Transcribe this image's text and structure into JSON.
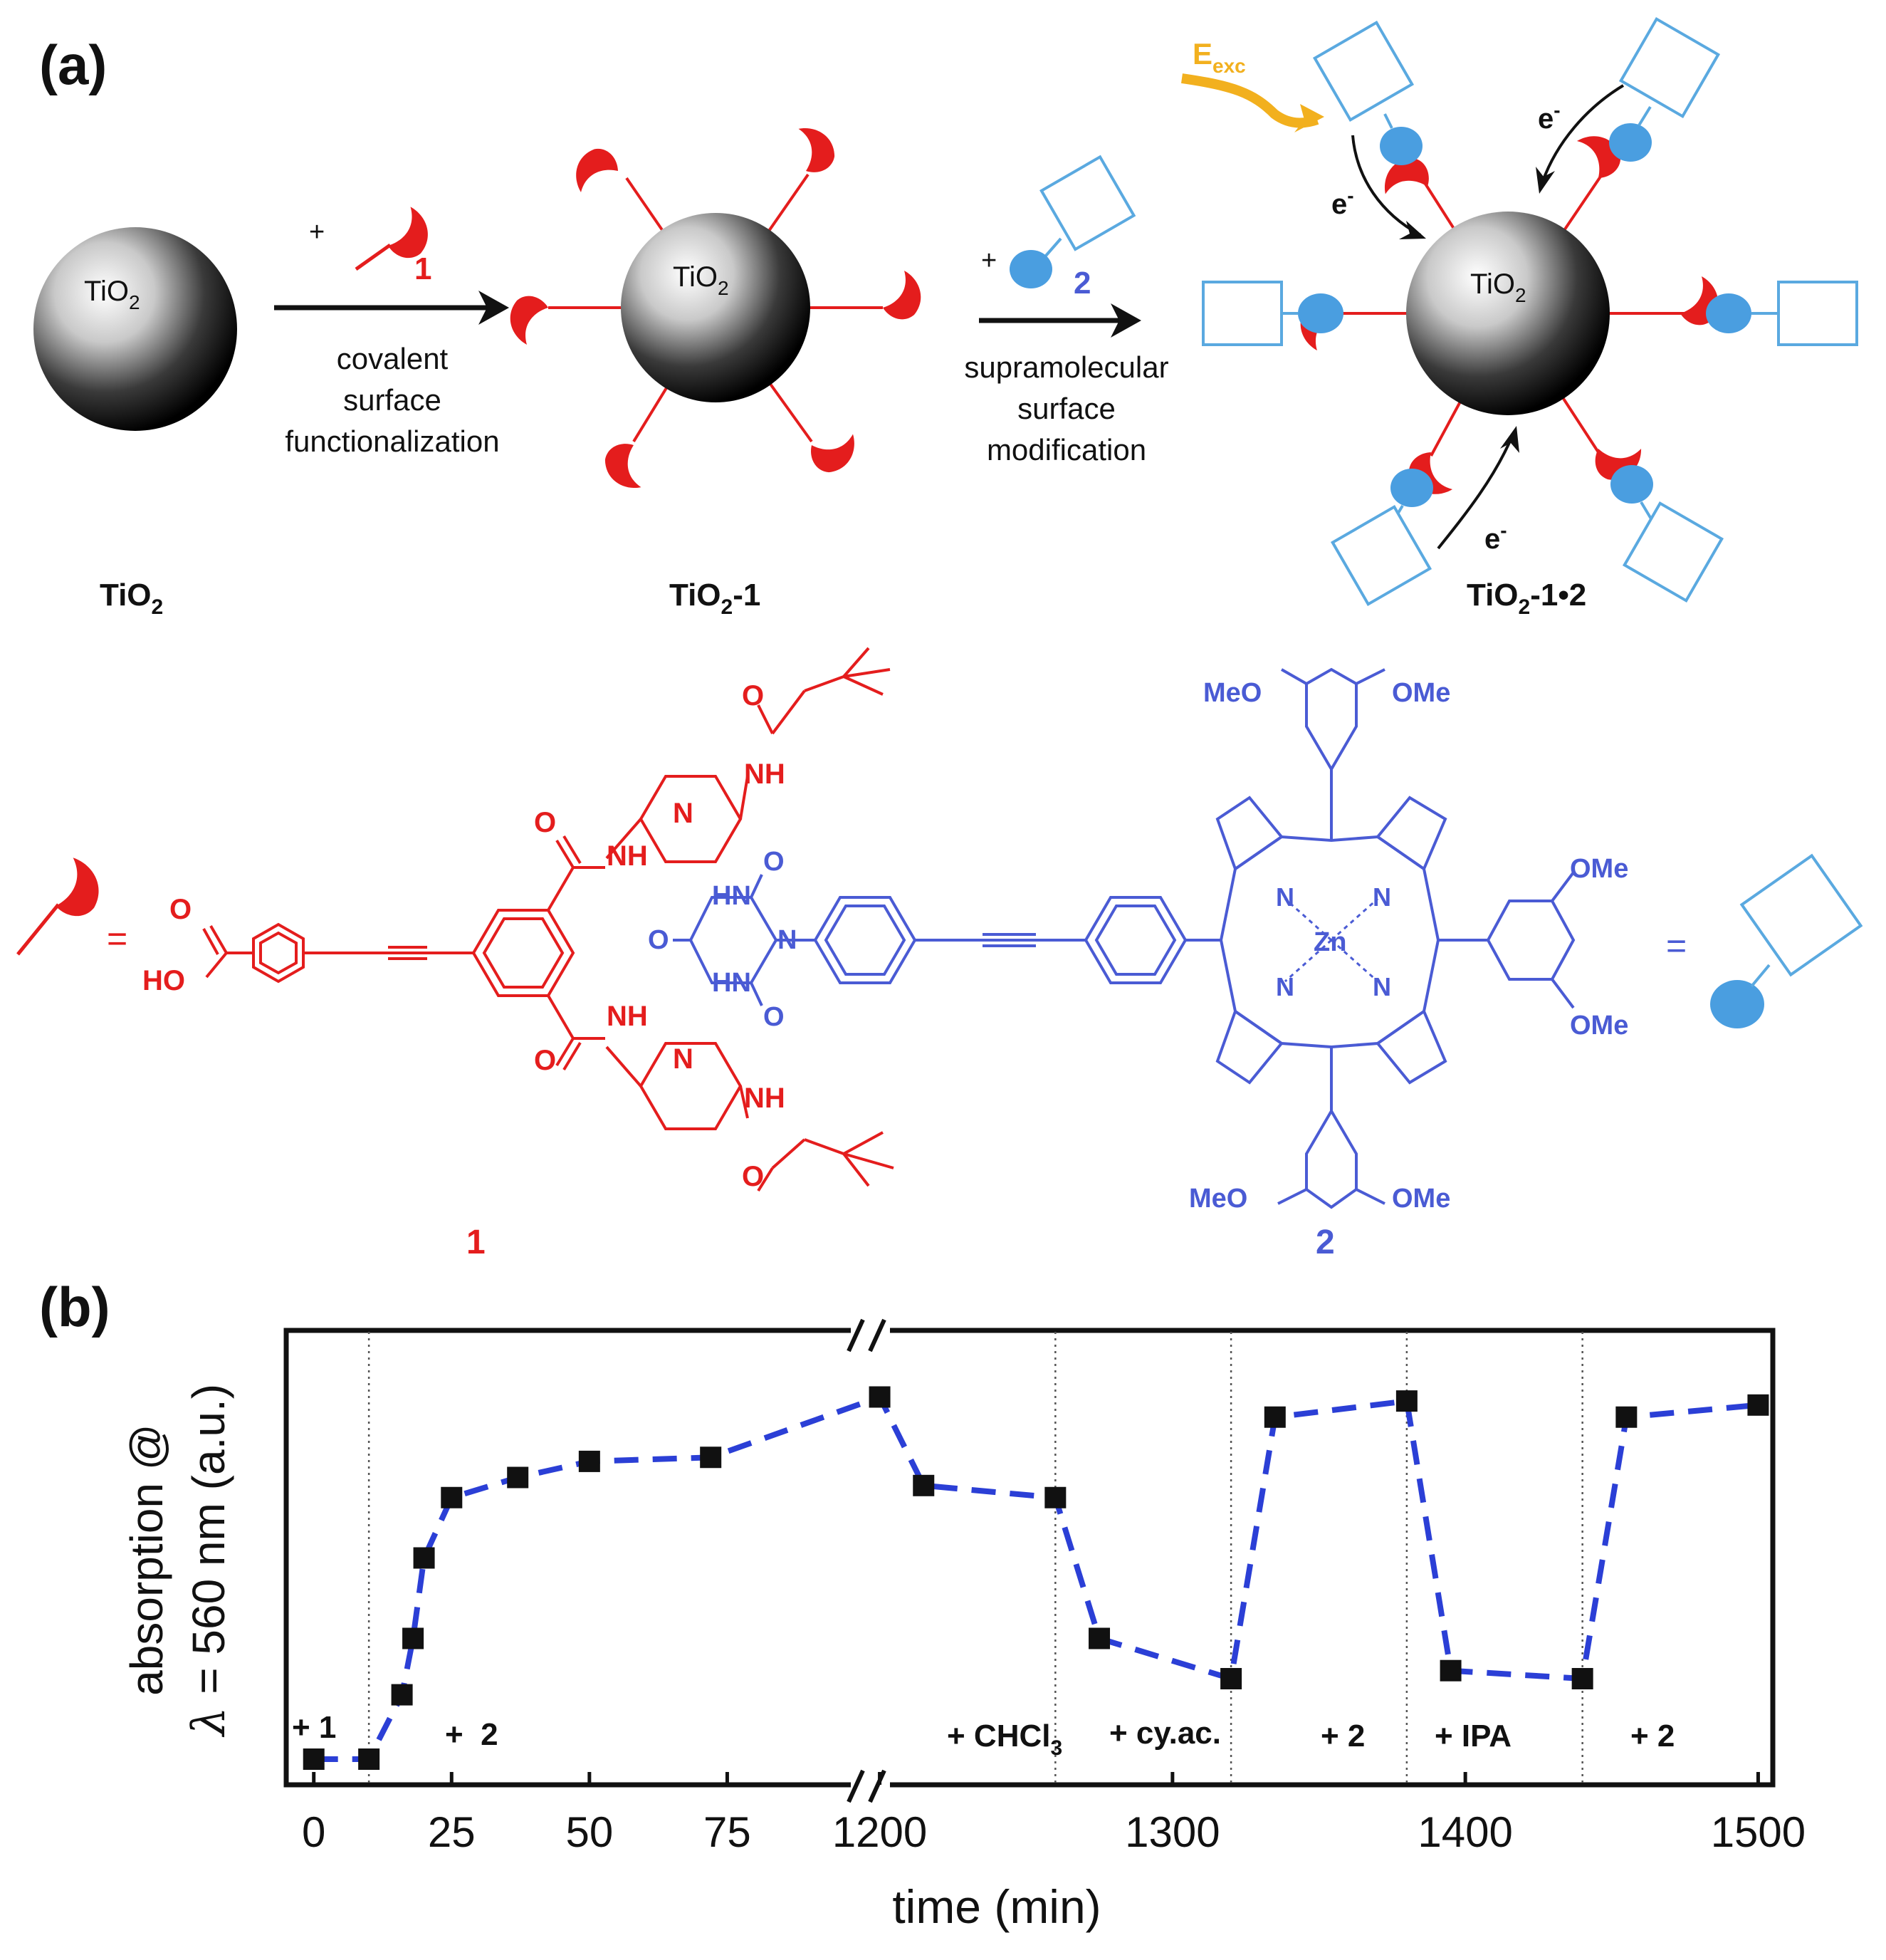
{
  "panel_a": {
    "label": "(a)",
    "e_exc": "E",
    "e_exc_sub": "exc",
    "electron": "e",
    "electron_sup": "-",
    "particles": {
      "core_text": "TiO",
      "core_sub": "2",
      "names": {
        "tio2": {
          "main": "TiO",
          "sub": "2",
          "rest": ""
        },
        "tio2_1": {
          "main": "TiO",
          "sub": "2",
          "rest": "-1"
        },
        "tio2_1_2": {
          "main": "TiO",
          "sub": "2",
          "rest": "-1•2"
        }
      }
    },
    "step1": {
      "plus": "+",
      "reagent": "1",
      "lines": [
        "covalent",
        "surface",
        "functionalization"
      ]
    },
    "step2": {
      "plus": "+",
      "reagent": "2",
      "lines": [
        "supramolecular",
        "surface",
        "modification"
      ]
    }
  },
  "structures": {
    "equals": "=",
    "mol1": {
      "label": "1",
      "atoms": {
        "o_acid": "O",
        "ho": "HO",
        "o_top": "O",
        "nh_top": "NH",
        "n_top": "N",
        "nh_top2": "NH",
        "o_top2": "O",
        "o_bot": "O",
        "nh_bot": "NH",
        "n_bot": "N",
        "nh_bot2": "NH",
        "o_bot2": "O"
      }
    },
    "mol2": {
      "label": "2",
      "atoms": {
        "hn1": "HN",
        "o1": "O",
        "o2": "O",
        "n_iso": "N",
        "hn2": "HN",
        "o3": "O",
        "n1": "N",
        "n2": "N",
        "n3": "N",
        "n4": "N",
        "zn": "Zn",
        "meo_tl": "MeO",
        "ome_tr": "OMe",
        "ome_r1": "OMe",
        "ome_r2": "OMe",
        "meo_bl": "MeO",
        "ome_br": "OMe"
      }
    }
  },
  "panel_b": {
    "label": "(b)",
    "annotations": {
      "plus1": "+ 1",
      "plus2a": "+  2",
      "chcl3": "+ CHCl",
      "chcl3_sub": "3",
      "cyac": "+ cy.ac.",
      "plus2b": "+ 2",
      "ipa": "+ IPA",
      "plus2c": "+ 2"
    }
  },
  "chart_data": {
    "type": "scatter",
    "title": "",
    "xlabel": "time (min)",
    "ylabel_line1": "absorption @",
    "ylabel_line2_symbol": "λ",
    "ylabel_line2_rest": " = 560 nm (a.u.)",
    "x_axis_break": true,
    "x_segments": [
      {
        "xlim": [
          -5,
          100
        ],
        "ticks": [
          0,
          25,
          50,
          75
        ]
      },
      {
        "xlim": [
          1195,
          1505
        ],
        "ticks": [
          1200,
          1300,
          1400,
          1500
        ]
      }
    ],
    "tick_labels": [
      "0",
      "25",
      "50",
      "75",
      "1200",
      "1300",
      "1400",
      "1500"
    ],
    "ylim": [
      0,
      1.0
    ],
    "event_times": [
      10,
      1260,
      1320,
      1380,
      1440
    ],
    "series": [
      {
        "color": "#2b3fd6",
        "x": [
          0,
          10,
          16,
          18,
          20,
          25,
          37,
          50,
          72,
          1200,
          1215,
          1260,
          1275,
          1320,
          1335,
          1380,
          1395,
          1440,
          1455,
          1500
        ],
        "y": [
          0.0,
          0.0,
          0.16,
          0.3,
          0.5,
          0.65,
          0.7,
          0.74,
          0.75,
          0.9,
          0.68,
          0.65,
          0.3,
          0.2,
          0.85,
          0.89,
          0.22,
          0.2,
          0.85,
          0.88
        ]
      }
    ]
  }
}
